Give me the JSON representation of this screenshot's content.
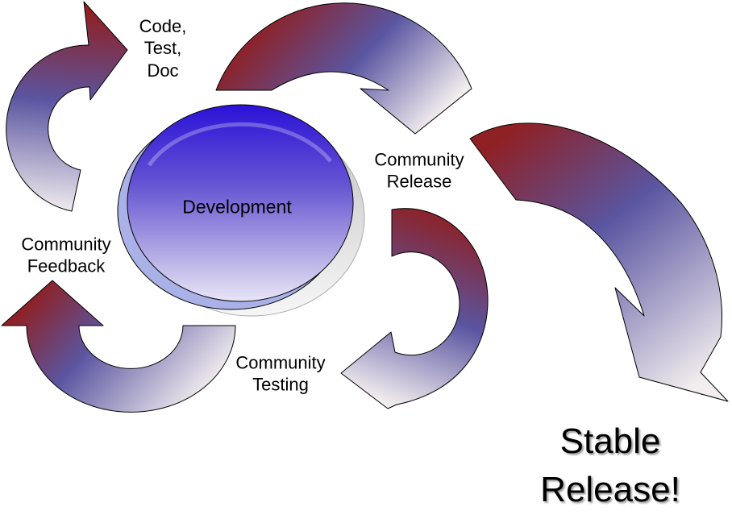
{
  "center": {
    "label": "Development"
  },
  "labels": {
    "code_test_doc": "Code,\nTest,\nDoc",
    "community_release": "Community\nRelease",
    "community_testing": "Community\nTesting",
    "community_feedback": "Community\nFeedback",
    "stable_release": "Stable\nRelease!"
  },
  "colors": {
    "arrow_dark_red": "#8f2024",
    "arrow_purple": "#5a55a0",
    "arrow_light": "#f2edee",
    "circle_top": "#2b12d8",
    "circle_mid": "#6453d2",
    "circle_light": "#b0a8e4",
    "circle_bottom": "#e9e5f7",
    "circle_highlight": "#a9b1e6",
    "shadow_dark": "#c2c2c2",
    "shadow_light": "#f6f6f6",
    "outline": "#000000"
  }
}
